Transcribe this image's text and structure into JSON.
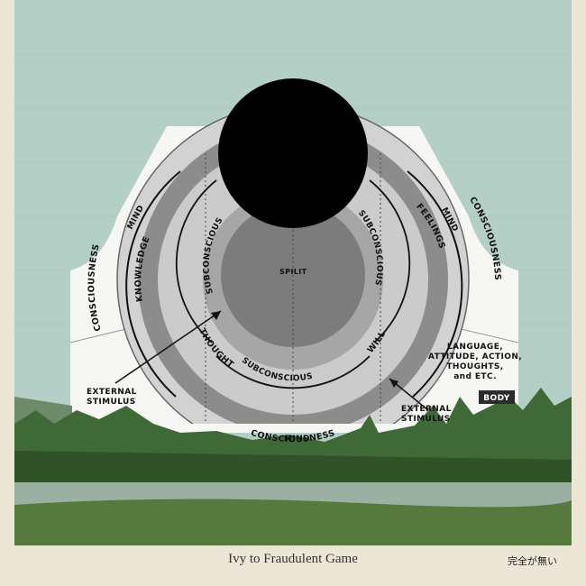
{
  "album": {
    "artist_title": "Ivy to Fraudulent Game",
    "subtitle": "完全が無い"
  },
  "diagram": {
    "center": "SPILIT",
    "left_outer": "CONSCIOUSNESS",
    "left_mind": "MIND",
    "left_knowledge": "KNOWLEDGE",
    "left_sub": "SUBCONSCIOUS",
    "left_thought": "THOUGHT",
    "right_outer": "CONSCIOUSNESS",
    "right_mind": "MIND",
    "right_feelings": "FEELINGS",
    "right_sub": "SUBCONSCIOUS",
    "right_will": "WILL",
    "bottom_sub": "SUBCONSCIOUS",
    "bottom_cons": "CONSCIOUSNESS",
    "bottom_mind": "MIND",
    "ext_left_1": "EXTERNAL",
    "ext_left_2": "STIMULUS",
    "ext_right_1": "EXTERNAL",
    "ext_right_2": "STIMULUS",
    "lang_1": "LANGUAGE,",
    "lang_2": "ATTITUDE, ACTION,",
    "lang_3": "THOUGHTS,",
    "lang_4": "and ETC.",
    "body": "BODY"
  },
  "colors": {
    "sky": "#b4cfc6",
    "frame": "#ece6d6",
    "ring_light": "#cfcfcf",
    "ring_dark": "#8a8a8a",
    "core": "#7a7a7a",
    "sun": "#000000",
    "forest": "#3f6a37",
    "water": "#9bb0a2"
  }
}
